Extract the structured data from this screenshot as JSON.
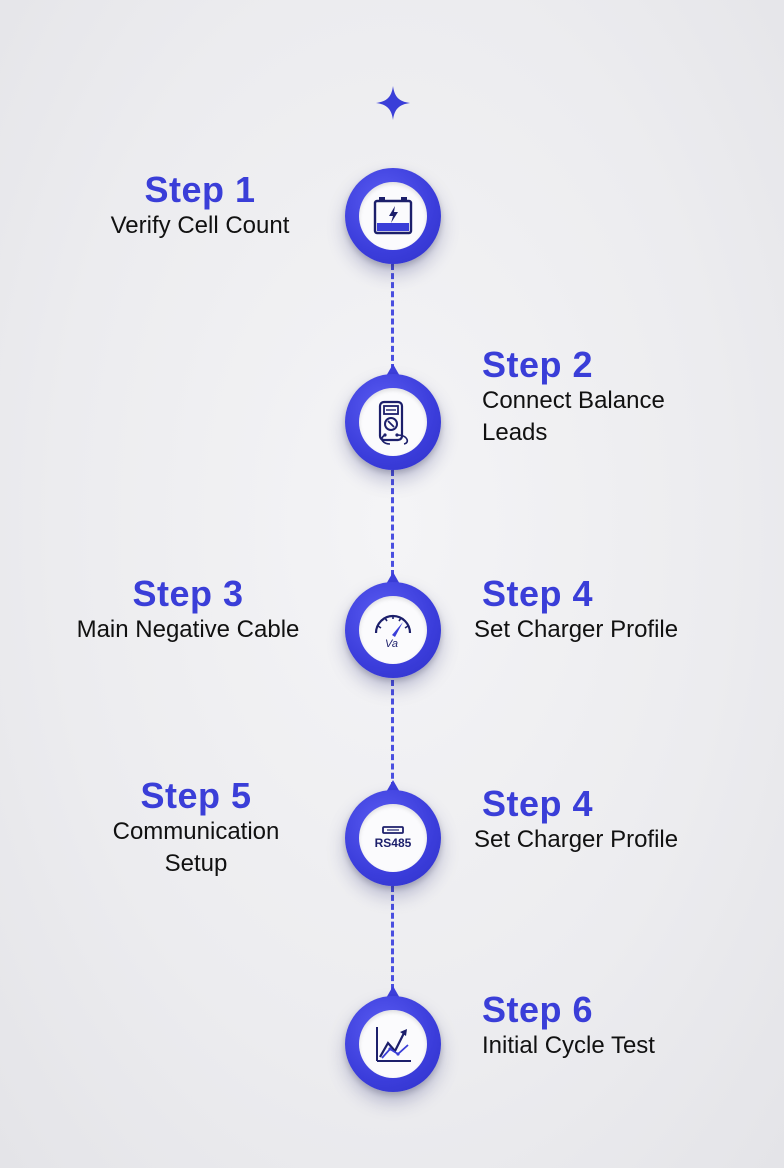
{
  "accent_color": "#3a3ed8",
  "steps": [
    {
      "step": "Step 1",
      "desc": "Verify Cell Count",
      "icon": "battery-icon"
    },
    {
      "step": "Step 2",
      "desc": "Connect Balance Leads",
      "desc_line1": "Connect Balance",
      "desc_line2": "Leads",
      "icon": "multimeter-icon"
    },
    {
      "step": "Step 3",
      "desc": "Main Negative Cable",
      "icon": "gauge-icon"
    },
    {
      "step": "Step 4",
      "desc": "Set Charger Profile",
      "icon": "gauge-icon"
    },
    {
      "step": "Step 5",
      "desc": "Communication Setup",
      "desc_line1": "Communication",
      "desc_line2": "Setup",
      "icon": "rs485-connector-icon",
      "icon_text": "RS485"
    },
    {
      "step": "Step 4",
      "desc": "Set Charger Profile",
      "icon": "rs485-connector-icon"
    },
    {
      "step": "Step 6",
      "desc": "Initial Cycle Test",
      "icon": "line-chart-icon"
    }
  ],
  "gauge_text": "Va"
}
